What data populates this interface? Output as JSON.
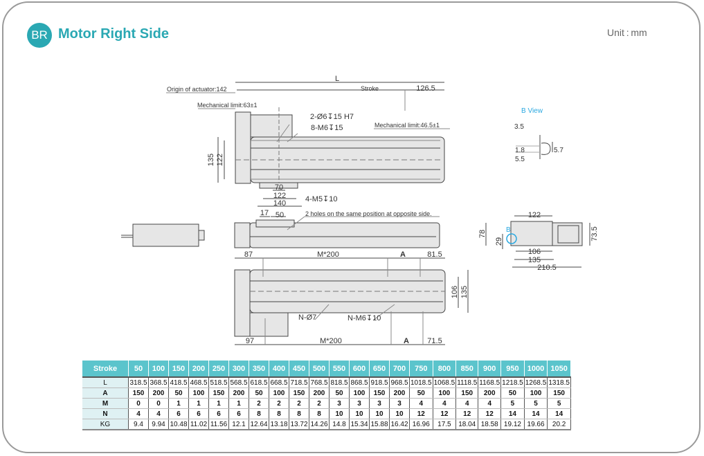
{
  "header": {
    "badge": "BR",
    "title": "Motor Right Side",
    "unit": "Unit : mm"
  },
  "colors": {
    "accent": "#2aa8b3",
    "table_header": "#5bc4cc",
    "row_label_bg": "#dff1f3",
    "b_view_label": "#2aa8e0"
  },
  "drawing": {
    "top_view": {
      "L": "L",
      "origin": "Origin of actuator:142",
      "stroke": "Stroke",
      "d126_5": "126.5",
      "mech_limit_left": "Mechanical limit:63±1",
      "mech_limit_right": "Mechanical limit:46.5±1",
      "hole1": "2-Ø6↧15 H7",
      "hole2": "8-M6↧15",
      "d135": "135",
      "d122": "122",
      "d70": "70",
      "d122b": "122",
      "d140": "140",
      "hole3": "4-M5↧10"
    },
    "b_view": {
      "title": "B View",
      "d3_5": "3.5",
      "d1_8": "1.8",
      "d5_5": "5.5",
      "d5_7": "5.7"
    },
    "side_view": {
      "d17": "17",
      "d50": "50",
      "note": "2 holes on the same position at opposite side."
    },
    "end_view": {
      "b_mark": "B",
      "d122": "122",
      "d78": "78",
      "d29": "29",
      "d73_5": "73.5",
      "d106": "106",
      "d135": "135",
      "d210_5": "210.5"
    },
    "bottom_view": {
      "d87": "87",
      "m200_top": "M*200",
      "a_top": "A",
      "d81_5": "81.5",
      "d106": "106",
      "d135": "135",
      "hole_n7": "N-Ø7",
      "hole_nm6": "N-M6↧10",
      "d97": "97",
      "m200_bottom": "M*200",
      "a_bottom": "A",
      "d71_5": "71.5"
    }
  },
  "table": {
    "header_label": "Stroke",
    "strokes": [
      "50",
      "100",
      "150",
      "200",
      "250",
      "300",
      "350",
      "400",
      "450",
      "500",
      "550",
      "600",
      "650",
      "700",
      "750",
      "800",
      "850",
      "900",
      "950",
      "1000",
      "1050"
    ],
    "rows": [
      {
        "label": "L",
        "values": [
          "318.5",
          "368.5",
          "418.5",
          "468.5",
          "518.5",
          "568.5",
          "618.5",
          "668.5",
          "718.5",
          "768.5",
          "818.5",
          "868.5",
          "918.5",
          "968.5",
          "1018.5",
          "1068.5",
          "1118.5",
          "1168.5",
          "1218.5",
          "1268.5",
          "1318.5"
        ]
      },
      {
        "label": "A",
        "values": [
          "150",
          "200",
          "50",
          "100",
          "150",
          "200",
          "50",
          "100",
          "150",
          "200",
          "50",
          "100",
          "150",
          "200",
          "50",
          "100",
          "150",
          "200",
          "50",
          "100",
          "150"
        ]
      },
      {
        "label": "M",
        "values": [
          "0",
          "0",
          "1",
          "1",
          "1",
          "1",
          "2",
          "2",
          "2",
          "2",
          "3",
          "3",
          "3",
          "3",
          "4",
          "4",
          "4",
          "4",
          "5",
          "5",
          "5"
        ]
      },
      {
        "label": "N",
        "values": [
          "4",
          "4",
          "6",
          "6",
          "6",
          "6",
          "8",
          "8",
          "8",
          "8",
          "10",
          "10",
          "10",
          "10",
          "12",
          "12",
          "12",
          "12",
          "14",
          "14",
          "14"
        ]
      },
      {
        "label": "KG",
        "values": [
          "9.4",
          "9.94",
          "10.48",
          "11.02",
          "11.56",
          "12.1",
          "12.64",
          "13.18",
          "13.72",
          "14.26",
          "14.8",
          "15.34",
          "15.88",
          "16.42",
          "16.96",
          "17.5",
          "18.04",
          "18.58",
          "19.12",
          "19.66",
          "20.2"
        ]
      }
    ]
  }
}
